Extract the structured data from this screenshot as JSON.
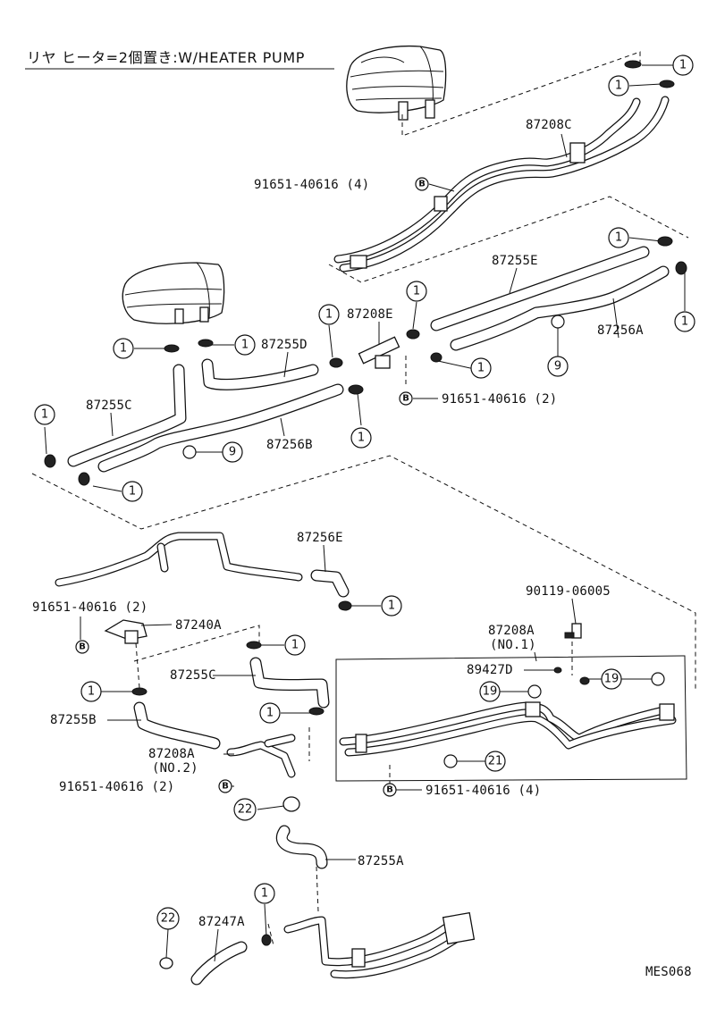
{
  "title": "リヤ ヒータ=2個置き:W/HEATER PUMP",
  "diagram_code": "MES068",
  "labels": {
    "p87208C": "87208C",
    "p87255E": "87255E",
    "p87256A": "87256A",
    "p87208E": "87208E",
    "p87255D": "87255D",
    "p87255C_top": "87255C",
    "p87256B": "87256B",
    "p87256E": "87256E",
    "p87240A": "87240A",
    "p87255C_mid": "87255C",
    "p87255B": "87255B",
    "p87208B": "87208A",
    "p87208B_no": "(NO.2)",
    "p87208A": "87208A",
    "p87208A_no": "(NO.1)",
    "p90119": "90119-06005",
    "p89427D": "89427D",
    "p87255A": "87255A",
    "p87247A": "87247A",
    "b_top": "91651-40616 (4)",
    "b_mid": "91651-40616 (2)",
    "b_left": "91651-40616 (2)",
    "b_low": "91651-40616 (2)",
    "b_bottom": "91651-40616 (4)"
  },
  "callouts": {
    "clamp": "1",
    "o_ring": "9",
    "grommet": "19",
    "cushion": "21",
    "clip": "22",
    "bolt": "B"
  }
}
